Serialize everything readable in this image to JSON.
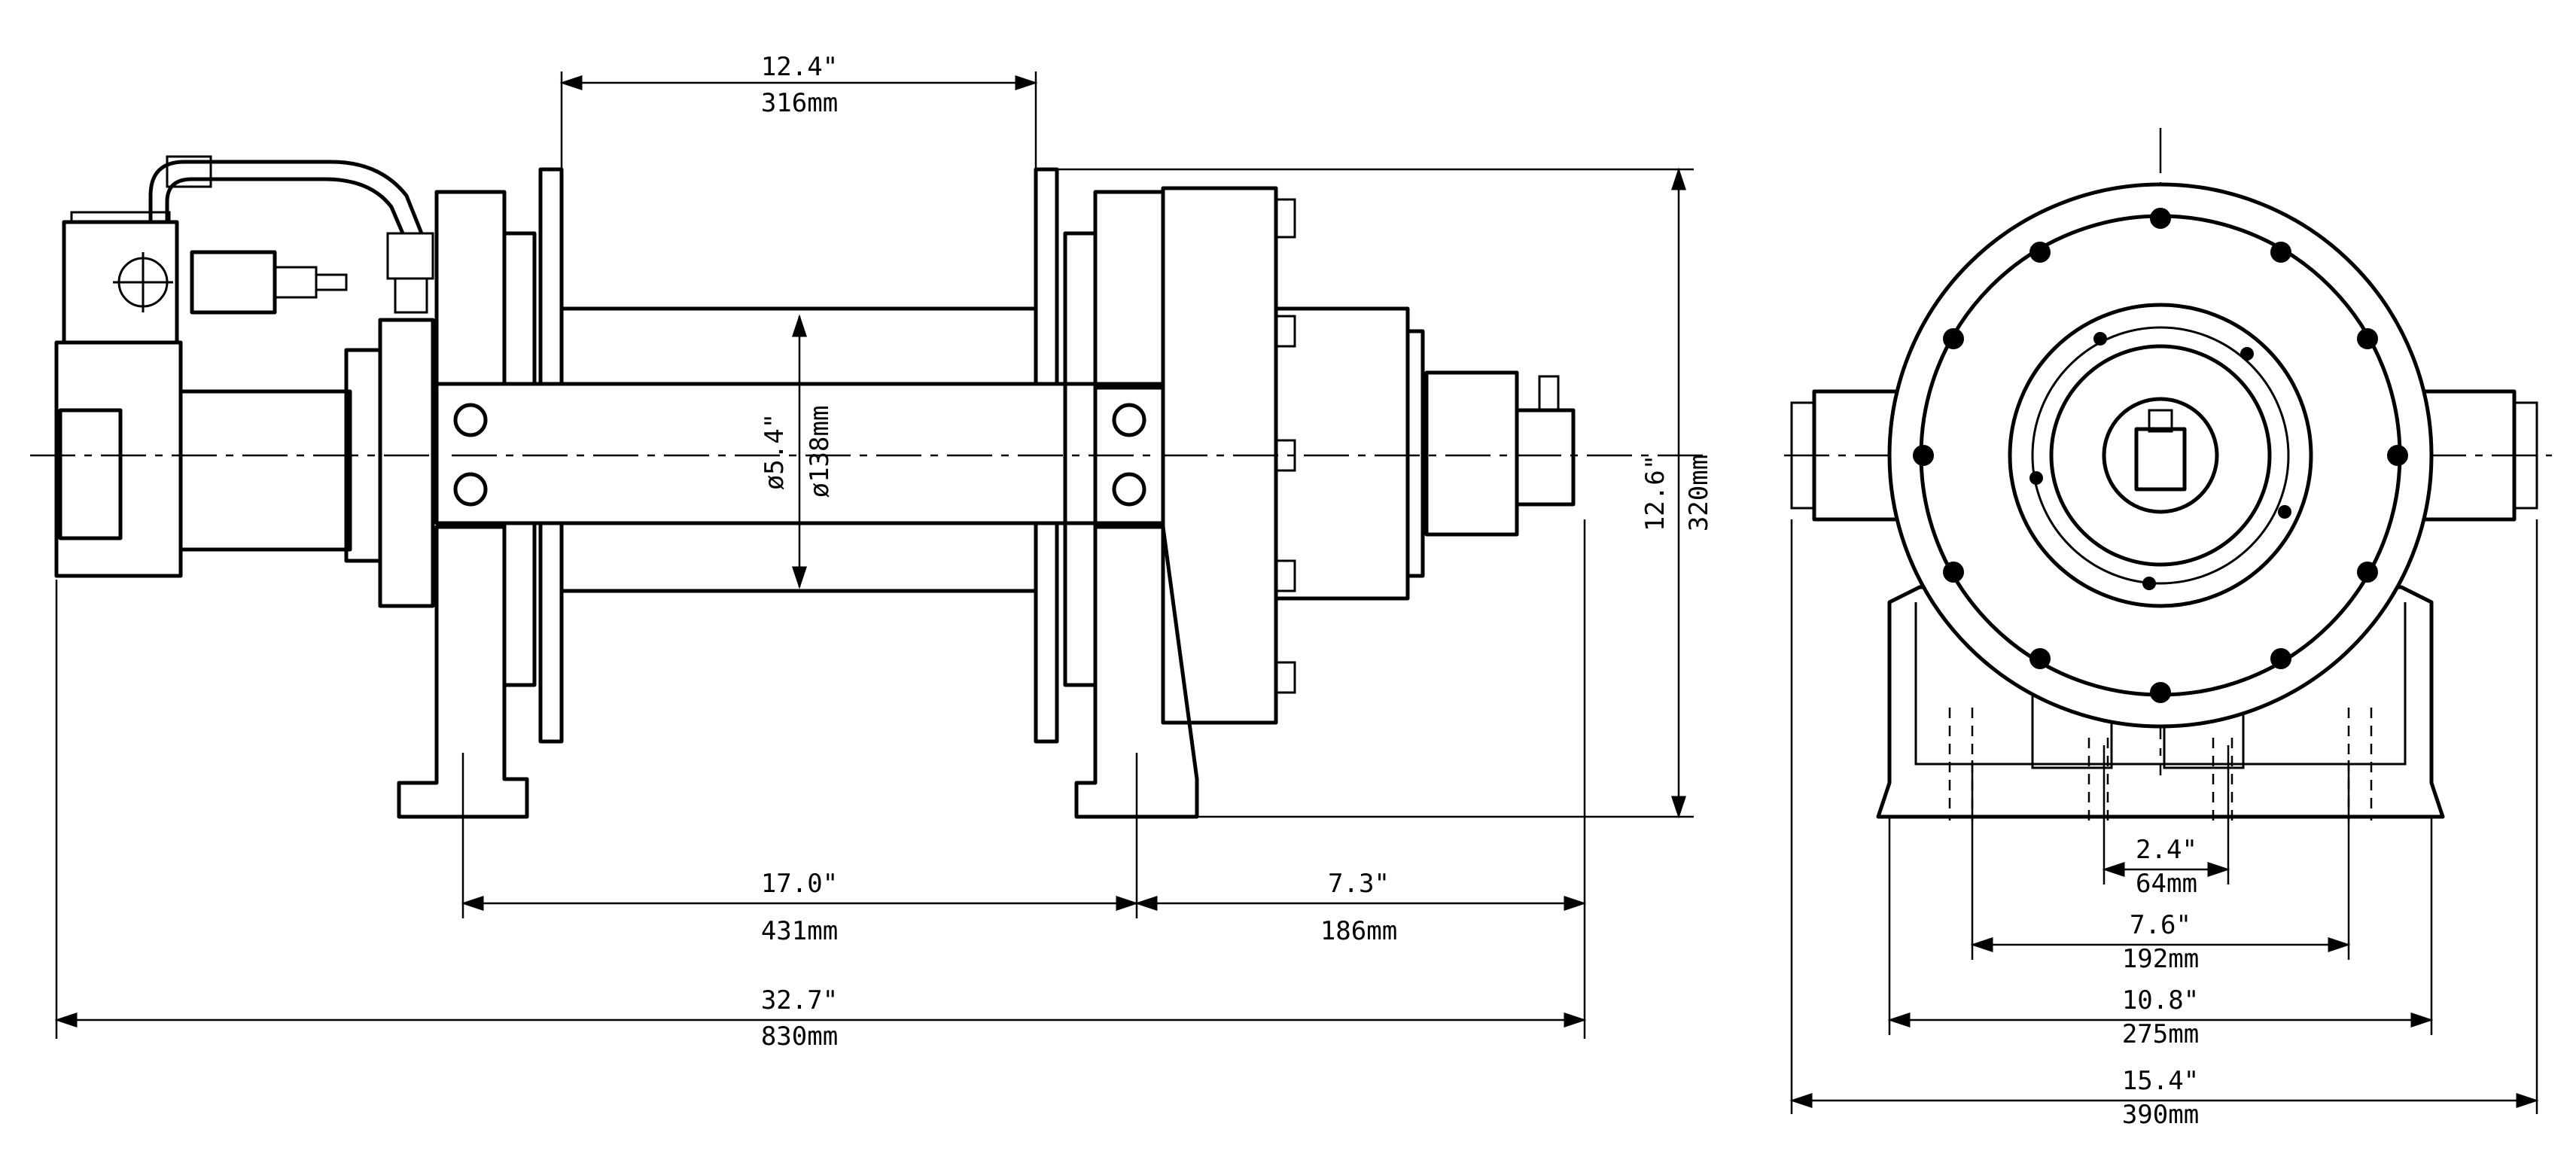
{
  "dimensions": {
    "drum_length": {
      "imperial": "12.4\"",
      "metric": "316mm"
    },
    "drum_diameter": {
      "imperial": "ø5.4\"",
      "metric": "ø138mm"
    },
    "height": {
      "imperial": "12.6\"",
      "metric": "320mm"
    },
    "foot_spacing": {
      "imperial": "17.0\"",
      "metric": "431mm"
    },
    "foot_to_end": {
      "imperial": "7.3\"",
      "metric": "186mm"
    },
    "overall_length": {
      "imperial": "32.7\"",
      "metric": "830mm"
    },
    "end_a": {
      "imperial": "2.4\"",
      "metric": "64mm"
    },
    "end_b": {
      "imperial": "7.6\"",
      "metric": "192mm"
    },
    "end_c": {
      "imperial": "10.8\"",
      "metric": "275mm"
    },
    "end_d": {
      "imperial": "15.4\"",
      "metric": "390mm"
    }
  }
}
